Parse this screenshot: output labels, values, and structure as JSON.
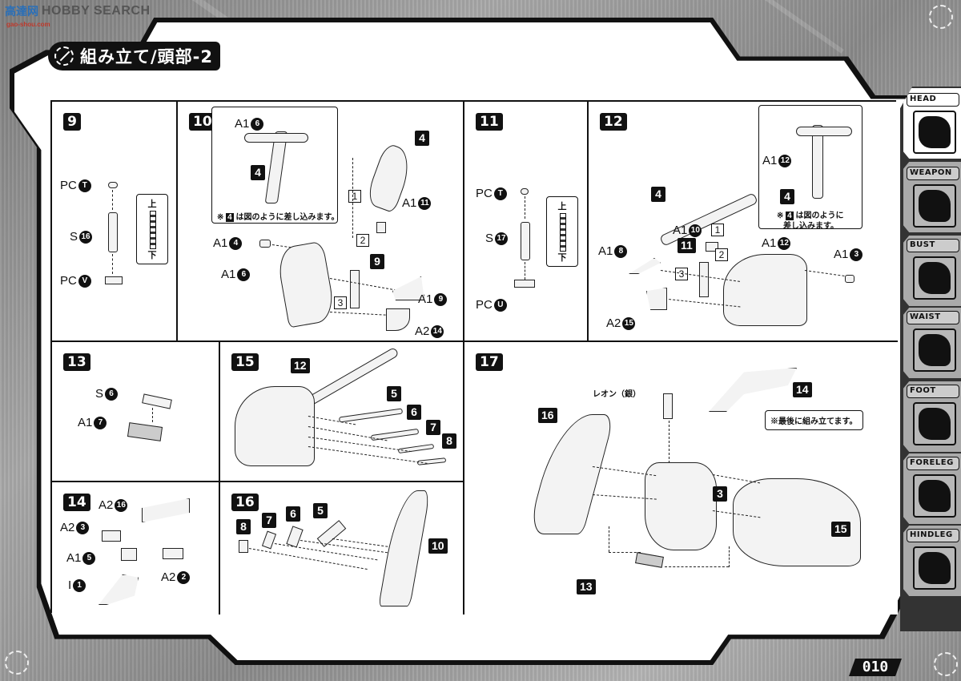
{
  "watermark": {
    "logo": "高達网",
    "text": "HOBBY SEARCH",
    "sub": "gao-shou.com"
  },
  "header": {
    "title": "組み立て/頭部-2",
    "icon": "gear-icon"
  },
  "page_number": "010",
  "side_nav": {
    "items": [
      {
        "label": "HEAD",
        "active": true
      },
      {
        "label": "WEAPON",
        "active": false
      },
      {
        "label": "BUST",
        "active": false
      },
      {
        "label": "WAIST",
        "active": false
      },
      {
        "label": "FOOT",
        "active": false
      },
      {
        "label": "FORELEG",
        "active": false
      },
      {
        "label": "HINDLEG",
        "active": false
      }
    ]
  },
  "steps": {
    "s9": {
      "number": "9",
      "parts": [
        {
          "runner": "PC",
          "id": "T"
        },
        {
          "runner": "S",
          "id": "16"
        },
        {
          "runner": "PC",
          "id": "V"
        }
      ],
      "orientation": {
        "top": "上",
        "bottom": "下"
      }
    },
    "s10": {
      "number": "10",
      "inset": {
        "part": {
          "runner": "A1",
          "id": "6"
        },
        "ref": "4",
        "note_prefix": "※",
        "note_ref": "4",
        "note": "は図のように差し込みます。"
      },
      "parts": [
        {
          "runner": "A1",
          "id": "4"
        },
        {
          "runner": "A1",
          "id": "6"
        },
        {
          "runner": "A1",
          "id": "11"
        },
        {
          "runner": "A1",
          "id": "9"
        },
        {
          "runner": "A2",
          "id": "14"
        }
      ],
      "refs": [
        "4",
        "9"
      ],
      "sequence": [
        "1",
        "2",
        "3"
      ]
    },
    "s11": {
      "number": "11",
      "parts": [
        {
          "runner": "PC",
          "id": "T"
        },
        {
          "runner": "S",
          "id": "17"
        },
        {
          "runner": "PC",
          "id": "U"
        }
      ],
      "orientation": {
        "top": "上",
        "bottom": "下"
      }
    },
    "s12": {
      "number": "12",
      "inset": {
        "part": {
          "runner": "A1",
          "id": "12"
        },
        "ref": "4",
        "note_prefix": "※",
        "note_ref": "4",
        "note_line1": "は図のように",
        "note_line2": "差し込みます。"
      },
      "parts": [
        {
          "runner": "A1",
          "id": "10"
        },
        {
          "runner": "A1",
          "id": "8"
        },
        {
          "runner": "A1",
          "id": "12"
        },
        {
          "runner": "A1",
          "id": "3"
        },
        {
          "runner": "A2",
          "id": "15"
        }
      ],
      "refs": [
        "4",
        "11"
      ],
      "sequence": [
        "1",
        "2",
        "3"
      ]
    },
    "s13": {
      "number": "13",
      "parts": [
        {
          "runner": "S",
          "id": "6"
        },
        {
          "runner": "A1",
          "id": "7"
        }
      ]
    },
    "s14": {
      "number": "14",
      "parts": [
        {
          "runner": "A2",
          "id": "16"
        },
        {
          "runner": "A2",
          "id": "3"
        },
        {
          "runner": "A1",
          "id": "5"
        },
        {
          "runner": "A2",
          "id": "2"
        },
        {
          "runner": "I",
          "id": "1"
        }
      ]
    },
    "s15": {
      "number": "15",
      "refs": [
        "12",
        "5",
        "6",
        "7",
        "8"
      ]
    },
    "s16": {
      "number": "16",
      "refs": [
        "8",
        "7",
        "6",
        "5",
        "10"
      ]
    },
    "s17": {
      "number": "17",
      "pilot_label": "レオン（銀）",
      "refs": [
        "16",
        "14",
        "3",
        "15",
        "13"
      ],
      "note": "※最後に組み立てます。"
    }
  }
}
